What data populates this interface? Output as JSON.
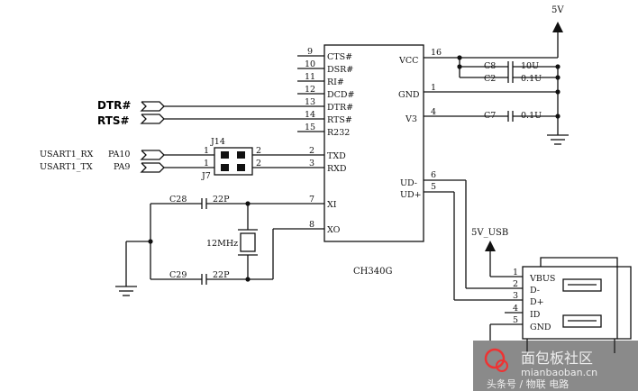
{
  "power": {
    "vcc_label": "5V",
    "usb_label": "5V_USB"
  },
  "chip": {
    "name": "CH340G",
    "left_pins": [
      {
        "num": "9",
        "name": "CTS#"
      },
      {
        "num": "10",
        "name": "DSR#"
      },
      {
        "num": "11",
        "name": "RI#"
      },
      {
        "num": "12",
        "name": "DCD#"
      },
      {
        "num": "13",
        "name": "DTR#"
      },
      {
        "num": "14",
        "name": "RTS#"
      },
      {
        "num": "15",
        "name": "R232"
      },
      {
        "num": "2",
        "name": "TXD"
      },
      {
        "num": "3",
        "name": "RXD"
      },
      {
        "num": "7",
        "name": "XI"
      },
      {
        "num": "8",
        "name": "XO"
      }
    ],
    "right_pins": [
      {
        "num": "16",
        "name": "VCC"
      },
      {
        "num": "1",
        "name": "GND"
      },
      {
        "num": "4",
        "name": "V3"
      },
      {
        "num": "6",
        "name": "UD-"
      },
      {
        "num": "5",
        "name": "UD+"
      }
    ]
  },
  "nets": {
    "dtr": "DTR#",
    "rts": "RTS#",
    "rx_name": "USART1_RX",
    "rx_pin": "PA10",
    "tx_name": "USART1_TX",
    "tx_pin": "PA9"
  },
  "jumpers": {
    "j14": "J14",
    "j7": "J7",
    "j14_p1": "1",
    "j14_p2": "2",
    "j7_p1": "1",
    "j7_p2": "2"
  },
  "caps": {
    "c8": "C8",
    "c8_v": "10U",
    "c2": "C2",
    "c2_v": "0.1U",
    "c7": "C7",
    "c7_v": "0.1U",
    "c28": "C28",
    "c28_v": "22P",
    "c29": "C29",
    "c29_v": "22P"
  },
  "crystal": {
    "label": "12MHz"
  },
  "usb": {
    "pins": [
      {
        "num": "1",
        "name": "VBUS"
      },
      {
        "num": "2",
        "name": "D-"
      },
      {
        "num": "3",
        "name": "D+"
      },
      {
        "num": "4",
        "name": "ID"
      },
      {
        "num": "5",
        "name": "GND"
      }
    ]
  },
  "watermark": {
    "title": "面包板社区",
    "sub": "mianbaoban.cn",
    "author": "头条号 / 物联 电路"
  }
}
